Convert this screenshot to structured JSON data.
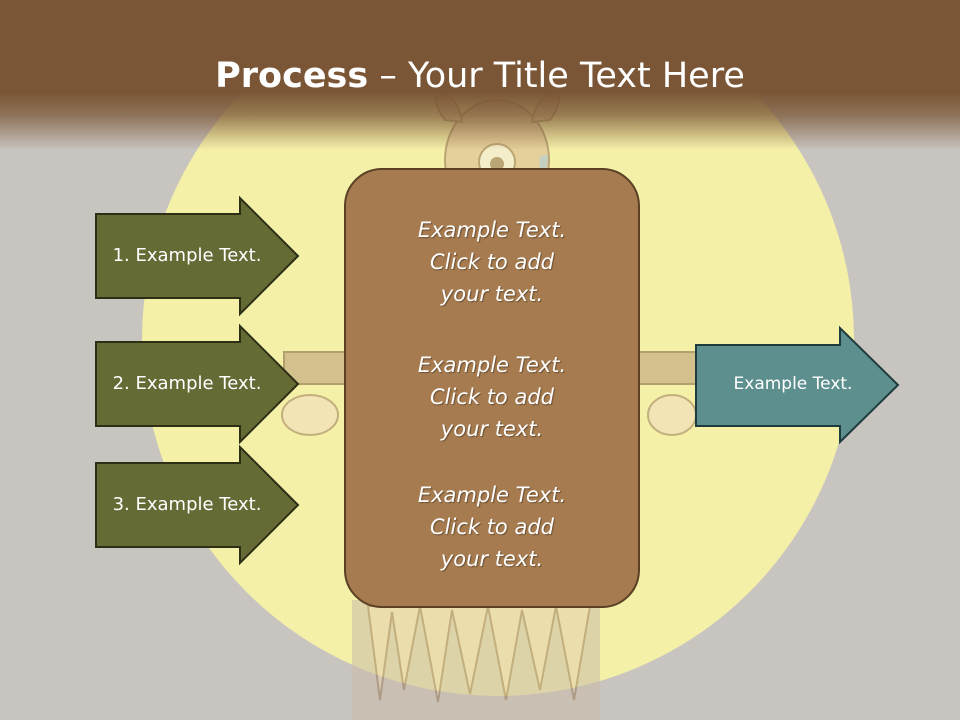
{
  "slide": {
    "title_bold": "Process",
    "title_rest": " – Your Title Text Here"
  },
  "left_arrows": [
    {
      "label": "1. Example Text."
    },
    {
      "label": "2. Example Text."
    },
    {
      "label": "3. Example Text."
    }
  ],
  "center_box": {
    "blocks": [
      {
        "lines": [
          "Example Text.",
          "Click  to add",
          "your text."
        ]
      },
      {
        "lines": [
          "Example Text.",
          "Click  to add",
          "your text."
        ]
      },
      {
        "lines": [
          "Example Text.",
          "Click  to add",
          "your text."
        ]
      }
    ]
  },
  "right_arrow": {
    "label": "Example Text."
  },
  "colors": {
    "background": "#c8c4bf",
    "header": "#7a5636",
    "sun": "#f6f1a6",
    "left_arrow_fill": "#666b36",
    "center_box_fill": "#a67b4f",
    "right_arrow_fill": "#5e8f8f"
  },
  "background_art": {
    "icon": "cartoon-figure-on-wooden-cross-illustration"
  }
}
